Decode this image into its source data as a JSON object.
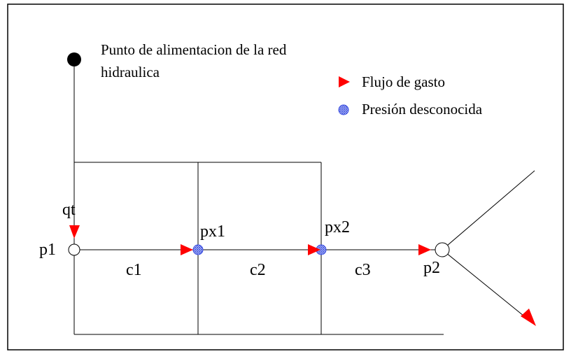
{
  "labels": {
    "feed_point": "Punto de alimentacion de la red",
    "feed_point_line2": "hidraulica",
    "qt": "qt",
    "p1": "p1",
    "p2": "p2",
    "px1": "px1",
    "px2": "px2",
    "c1": "c1",
    "c2": "c2",
    "c3": "c3"
  },
  "legend": {
    "flow": "Flujo de gasto",
    "unknown_pressure": "Presión desconocida"
  },
  "colors": {
    "arrow": "#ff0000",
    "unknown_node": "#3b4fe0",
    "line": "#000000"
  }
}
